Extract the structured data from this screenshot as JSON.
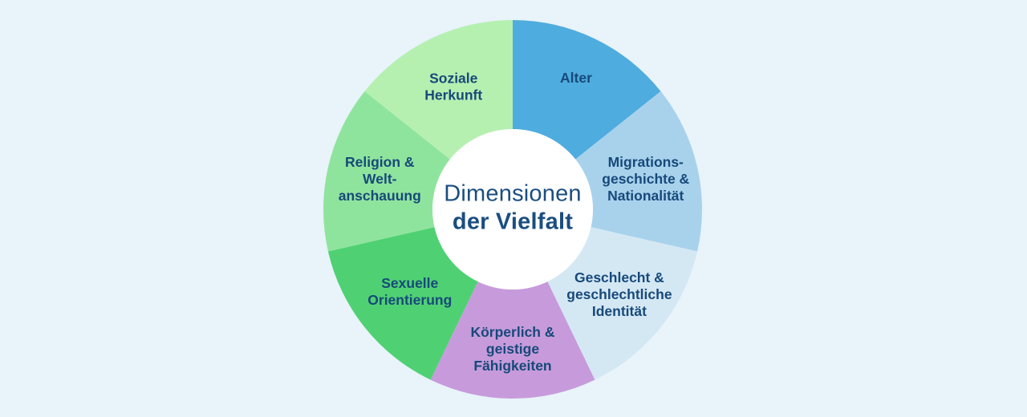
{
  "page": {
    "background_color": "#E8F3FA"
  },
  "wheel": {
    "center_title": {
      "line1": "Dimensionen",
      "line2": "der Vielfalt"
    },
    "center_circle_color": "#FFFFFF",
    "center_text_color": "#1B4E80",
    "segment_label_color": "#17497A",
    "segments_equal": true,
    "segment_count": 7,
    "segments": [
      {
        "name": "alter",
        "label_lines": [
          "Alter"
        ],
        "color": "#4FACDE"
      },
      {
        "name": "migrationsgeschichte-nationalitaet",
        "label_lines": [
          "Migrations-",
          "geschichte &",
          "Nationalität"
        ],
        "color": "#A8D2EC"
      },
      {
        "name": "geschlecht-geschlechtliche-identitaet",
        "label_lines": [
          "Geschlecht &",
          "geschlechtliche",
          "Identität"
        ],
        "color": "#D4E8F4"
      },
      {
        "name": "koerperlich-geistige-faehigkeiten",
        "label_lines": [
          "Körperlich &",
          "geistige",
          "Fähigkeiten"
        ],
        "color": "#C79BDB"
      },
      {
        "name": "sexuelle-orientierung",
        "label_lines": [
          "Sexuelle",
          "Orientierung"
        ],
        "color": "#4FD173"
      },
      {
        "name": "religion-weltanschauung",
        "label_lines": [
          "Religion &",
          "Welt-",
          "anschauung"
        ],
        "color": "#8FE49D"
      },
      {
        "name": "soziale-herkunft",
        "label_lines": [
          "Soziale",
          "Herkunft"
        ],
        "color": "#B5F0B1"
      }
    ]
  }
}
